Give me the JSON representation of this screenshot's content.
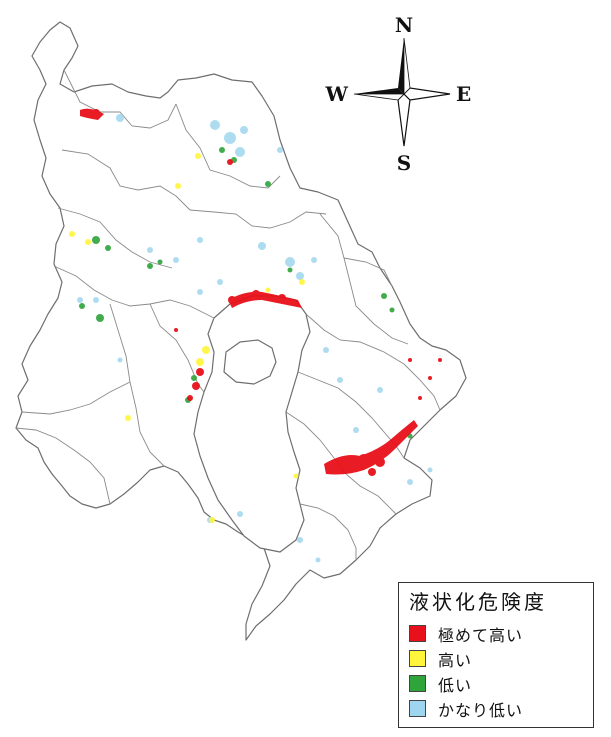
{
  "compass": {
    "north": "N",
    "south": "S",
    "east": "E",
    "west": "W"
  },
  "legend": {
    "title": "液状化危険度",
    "items": [
      {
        "label": "極めて高い",
        "color": "#e8101a"
      },
      {
        "label": "高い",
        "color": "#fff53a"
      },
      {
        "label": "低い",
        "color": "#2ea43a"
      },
      {
        "label": "かなり低い",
        "color": "#9fd6ef"
      }
    ]
  }
}
